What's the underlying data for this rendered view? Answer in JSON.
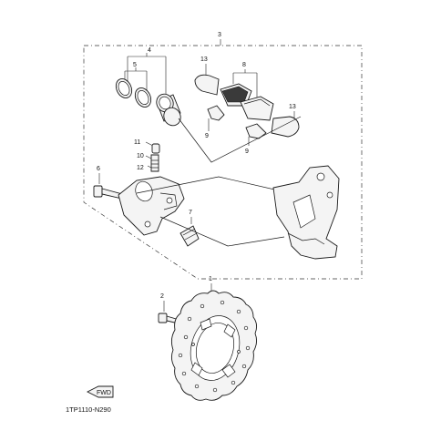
{
  "diagram": {
    "callouts": {
      "c1": "1",
      "c2": "2",
      "c3": "3",
      "c4": "4",
      "c5": "5",
      "c6": "6",
      "c7": "7",
      "c8": "8",
      "c9a": "9",
      "c9b": "9",
      "c10": "10",
      "c11": "11",
      "c12": "12",
      "c13a": "13",
      "c13b": "13"
    },
    "fwd_label": "FWD",
    "drawing_code": "1TP1110-N290"
  }
}
